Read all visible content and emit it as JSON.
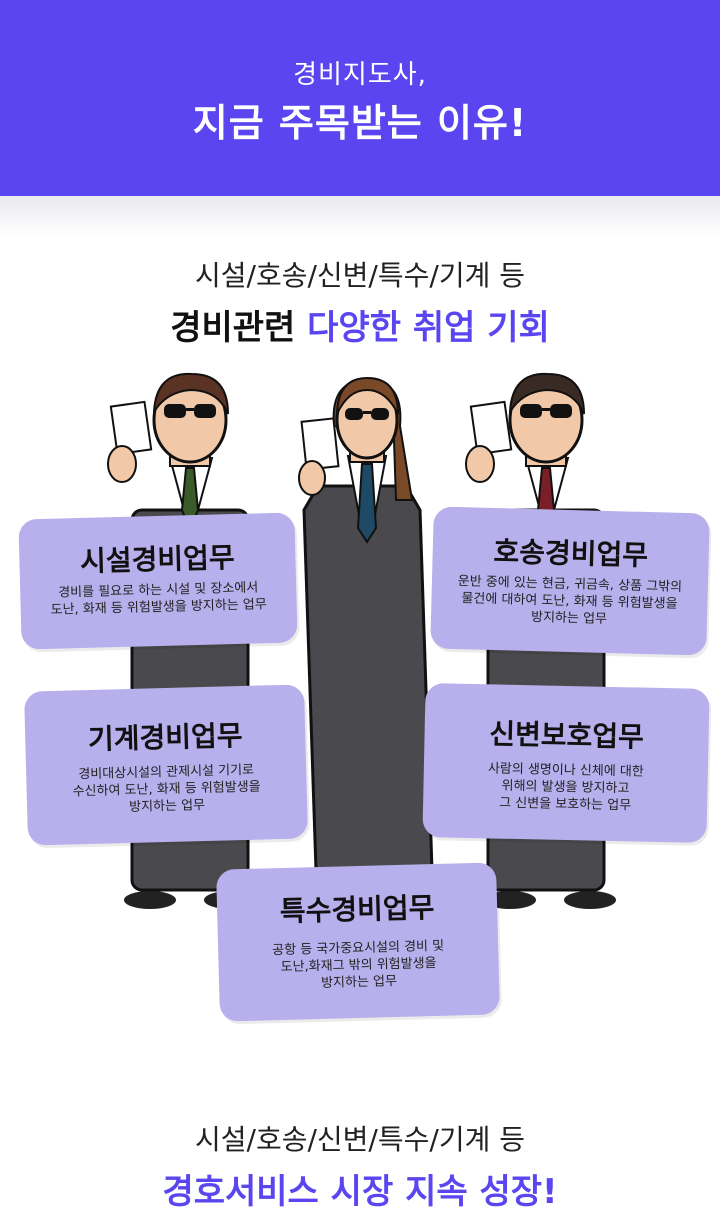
{
  "header": {
    "subtitle": "경비지도사,",
    "title": "지금 주목받는 이유!"
  },
  "section1": {
    "subtitle": "시설/호송/신변/특수/기계 등",
    "title_prefix": "경비관련",
    "title_accent": "다양한 취업 기회"
  },
  "cards": [
    {
      "title": "시설경비업무",
      "desc": "경비를 필요로 하는 시설 및 장소에서\n도난, 화재 등 위험발생을 방지하는 업무"
    },
    {
      "title": "호송경비업무",
      "desc": "운반 중에 있는 현금, 귀금속, 상품 그밖의\n물건에 대하여 도난, 화재 등 위험발생을\n방지하는 업무"
    },
    {
      "title": "기계경비업무",
      "desc": "경비대상시설의 관제시설 기기로\n수신하여 도난, 화재 등 위험발생을\n방지하는 업무"
    },
    {
      "title": "신변보호업무",
      "desc": "사람의 생명이나 신체에 대한\n위해의 발생을 방지하고\n그 신변을 보호하는 업무"
    },
    {
      "title": "특수경비업무",
      "desc": "공항 등 국가중요시설의 경비 및\n도난,화재그 밖의 위험발생을\n방지하는 업무"
    }
  ],
  "section2": {
    "subtitle": "시설/호송/신변/특수/기계 등",
    "title": "경호서비스 시장 지속 성장!"
  },
  "colors": {
    "brand": "#5a45f0",
    "card": "#b7b0ec",
    "suit": "#4a4a4e"
  }
}
